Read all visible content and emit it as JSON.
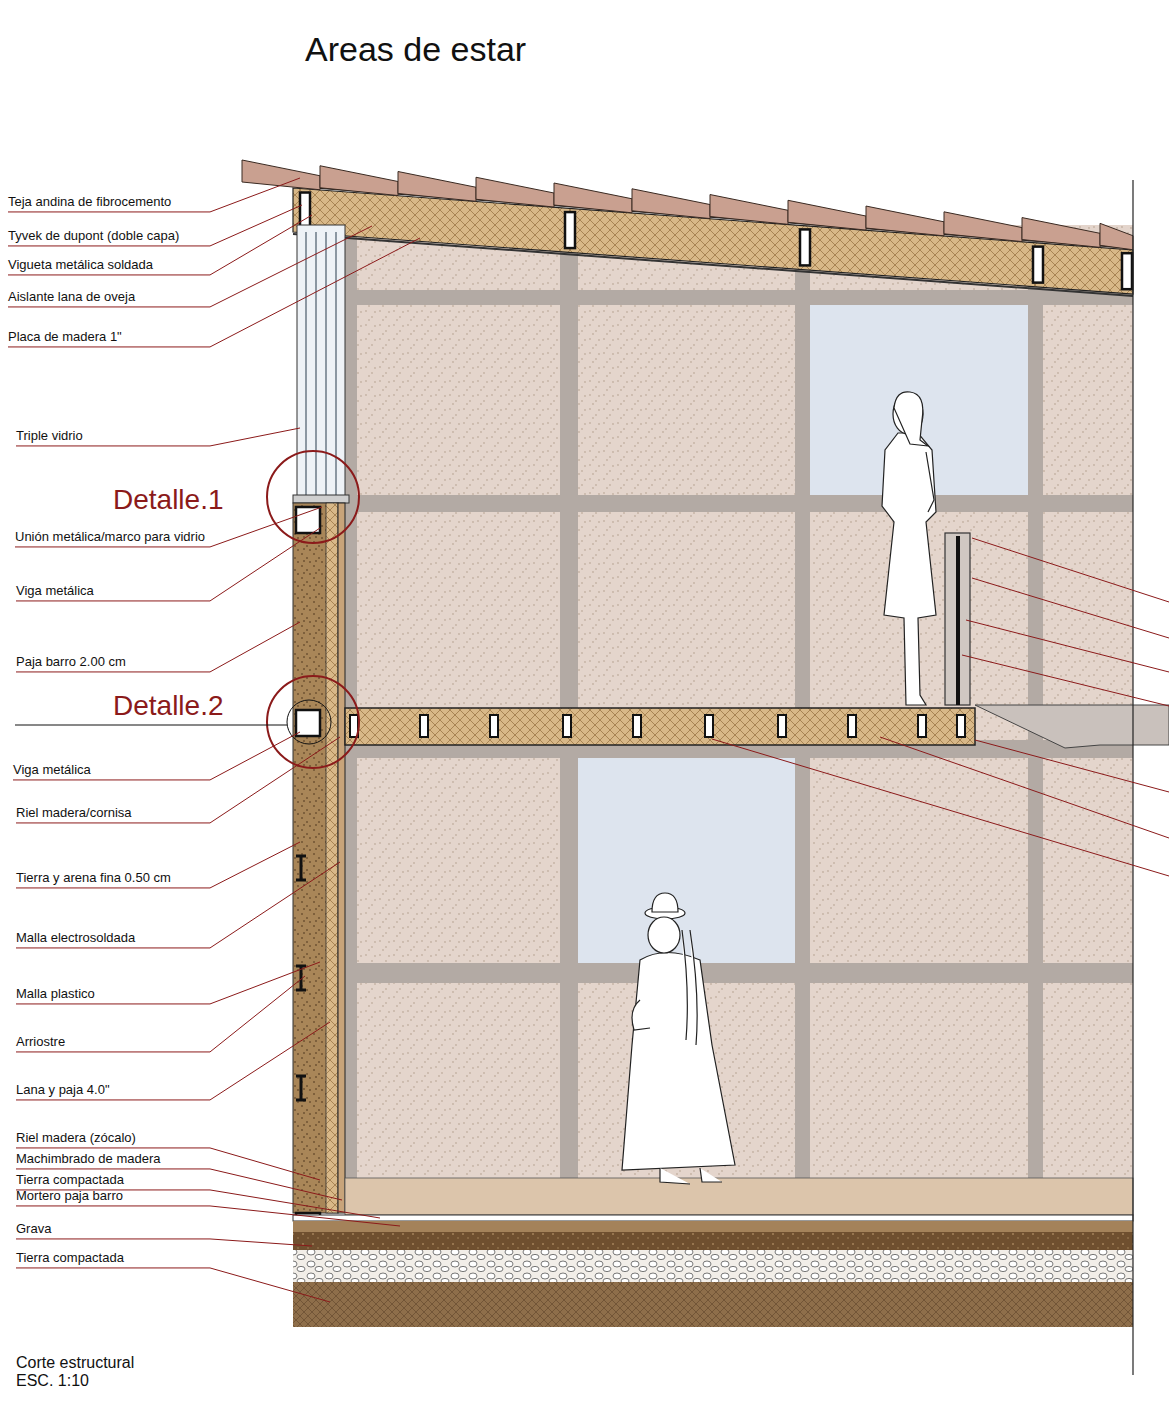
{
  "diagram": {
    "title": "Areas de estar",
    "caption": "Corte estructural ESC. 1:10",
    "labels": [
      "Teja andina de fibrocemento",
      "Tyvek de dupont (doble capa)",
      "Vigueta metálica soldada",
      "Aislante lana de oveja",
      "Placa de madera 1\"",
      "Triple vidrio",
      "Detalle.1",
      "Unión metálica/marco para vidrio",
      "Viga metálica",
      "Paja barro 2.00 cm",
      "Detalle.2",
      "Viga metálica",
      "Riel madera/cornisa",
      "Tierra y arena fina 0.50 cm",
      "Malla electrosoldada",
      "Malla plastico",
      "Arriostre",
      "Lana y paja 4.0\"",
      "Riel madera (zócalo)",
      "Machimbrado de madera",
      "Tierra compactada",
      "Mortero paja barro",
      "Grava",
      "Tierra compactada"
    ]
  }
}
